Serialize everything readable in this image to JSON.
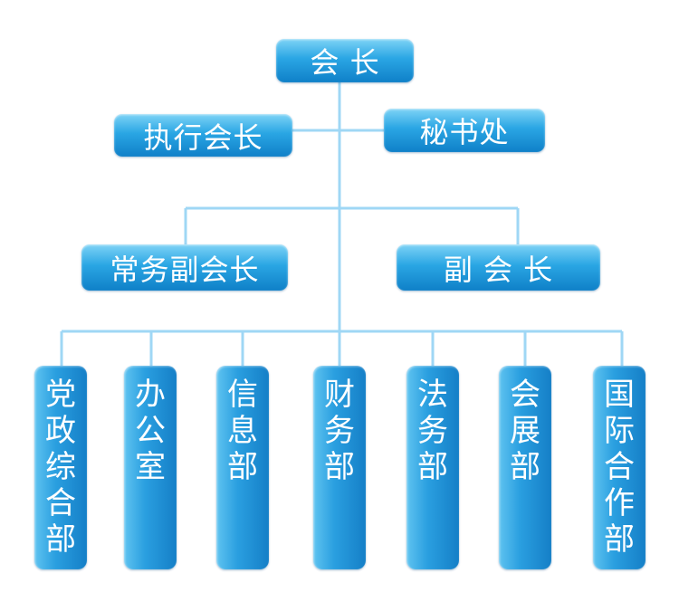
{
  "colors": {
    "line": "#9fd7f5",
    "box_top": "#7ed3f6",
    "box_bottom": "#0f80c8",
    "text": "#ffffff"
  },
  "top": {
    "president": "会 长"
  },
  "second": {
    "executive_president": "执行会长",
    "secretariat": "秘书处"
  },
  "third": {
    "standing_vice_president": "常务副会长",
    "vice_president": "副 会 长"
  },
  "departments": [
    {
      "key": "party",
      "chars": [
        "党",
        "政",
        "综",
        "合",
        "部"
      ]
    },
    {
      "key": "office",
      "chars": [
        "办",
        "公",
        "室"
      ]
    },
    {
      "key": "info",
      "chars": [
        "信",
        "息",
        "部"
      ]
    },
    {
      "key": "finance",
      "chars": [
        "财",
        "务",
        "部"
      ]
    },
    {
      "key": "legal",
      "chars": [
        "法",
        "务",
        "部"
      ]
    },
    {
      "key": "expo",
      "chars": [
        "会",
        "展",
        "部"
      ]
    },
    {
      "key": "intl",
      "chars": [
        "国",
        "际",
        "合",
        "作",
        "部"
      ]
    }
  ]
}
